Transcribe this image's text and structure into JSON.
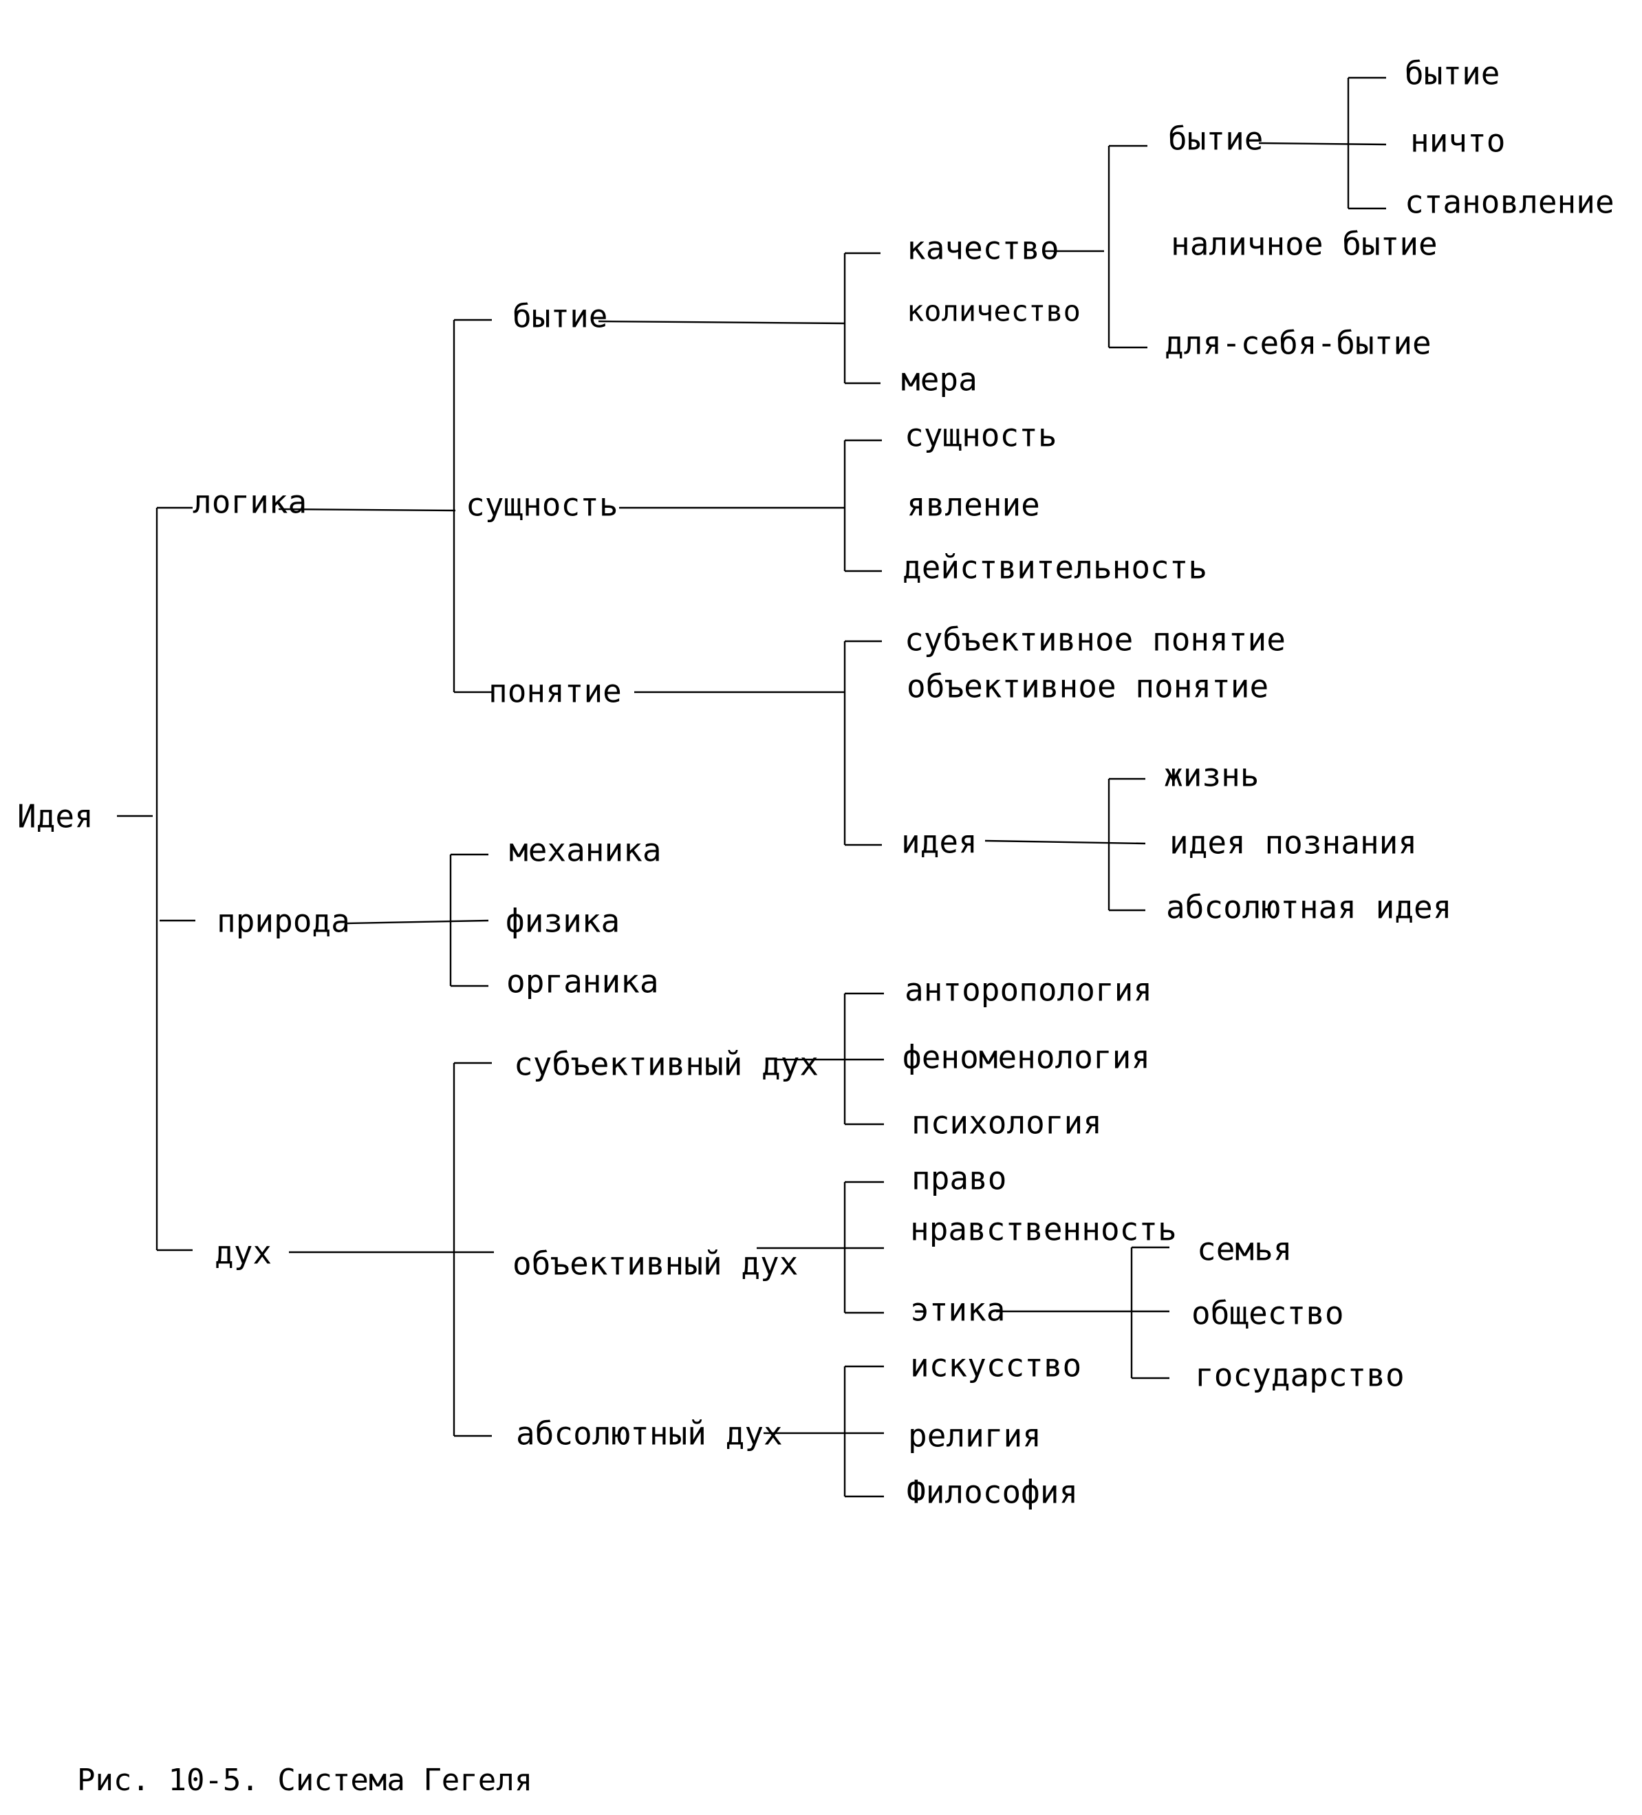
{
  "tree": {
    "root": "Идея",
    "logic": {
      "label": "логика",
      "being": {
        "label": "бытие",
        "quality": {
          "label": "качество",
          "being": {
            "label": "бытие",
            "children": [
              "бытие",
              "ничто",
              "становление"
            ]
          },
          "determinate": "наличное бытие",
          "for_self": "для-себя-бытие"
        },
        "quantity": "количество",
        "measure": "мера"
      },
      "essence": {
        "label": "сущность",
        "children": [
          "сущность",
          "явление",
          "действительность"
        ]
      },
      "concept": {
        "label": "понятие",
        "subjective": "субъективное понятие",
        "objective": "объективное понятие",
        "idea": {
          "label": "идея",
          "children": [
            "жизнь",
            "идея познания",
            "абсолютная идея"
          ]
        }
      }
    },
    "nature": {
      "label": "природа",
      "children": [
        "механика",
        "физика",
        "органика"
      ]
    },
    "spirit": {
      "label": "дух",
      "subjective": {
        "label": "субъективный дух",
        "children": [
          "анторопология",
          "феноменология",
          "психология"
        ]
      },
      "objective": {
        "label": "объективный дух",
        "law": "право",
        "morality": "нравственность",
        "ethics": {
          "label": "этика",
          "children": [
            "семья",
            "общество",
            "государство"
          ]
        }
      },
      "absolute": {
        "label": "абсолютный дух",
        "children": [
          "искусство",
          "религия",
          "Философия"
        ]
      }
    }
  },
  "caption": "Рис. 10-5. Система Гегеля"
}
